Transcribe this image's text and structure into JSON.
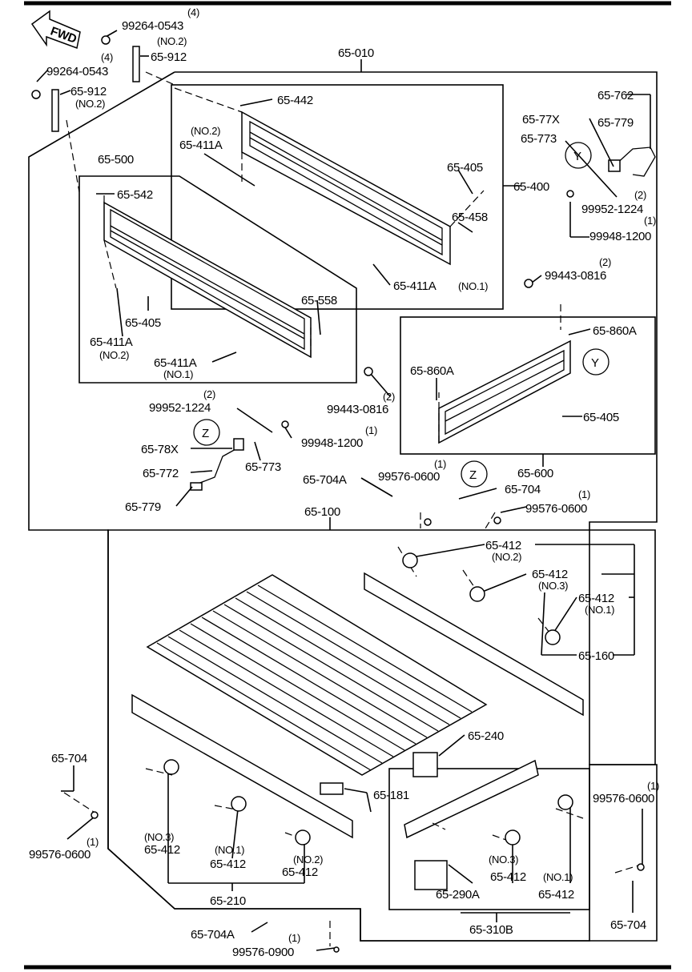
{
  "fwd_label": "FWD",
  "callouts": [
    {
      "id": "c1",
      "text": "(4)"
    },
    {
      "id": "c2",
      "text": "99264-0543"
    },
    {
      "id": "c3",
      "text": "(NO.2)"
    },
    {
      "id": "c4",
      "text": "(4)"
    },
    {
      "id": "c5",
      "text": "65-912"
    },
    {
      "id": "c6",
      "text": "99264-0543"
    },
    {
      "id": "c7",
      "text": "65-912"
    },
    {
      "id": "c8",
      "text": "(NO.2)"
    },
    {
      "id": "c9",
      "text": "65-010"
    },
    {
      "id": "c10",
      "text": "65-442"
    },
    {
      "id": "c11",
      "text": "(NO.2)"
    },
    {
      "id": "c12",
      "text": "65-411A"
    },
    {
      "id": "c13",
      "text": "65-500"
    },
    {
      "id": "c14",
      "text": "65-542"
    },
    {
      "id": "c15",
      "text": "65-405"
    },
    {
      "id": "c16",
      "text": "65-400"
    },
    {
      "id": "c17",
      "text": "65-458"
    },
    {
      "id": "c18",
      "text": "65-411A"
    },
    {
      "id": "c19",
      "text": "(NO.1)"
    },
    {
      "id": "c20",
      "text": "65-762"
    },
    {
      "id": "c21",
      "text": "65-77X"
    },
    {
      "id": "c22",
      "text": "65-779"
    },
    {
      "id": "c23",
      "text": "65-773"
    },
    {
      "id": "c24",
      "text": "Y"
    },
    {
      "id": "c25",
      "text": "(2)"
    },
    {
      "id": "c26",
      "text": "99952-1224"
    },
    {
      "id": "c27",
      "text": "(1)"
    },
    {
      "id": "c28",
      "text": "99948-1200"
    },
    {
      "id": "c29",
      "text": "(2)"
    },
    {
      "id": "c30",
      "text": "99443-0816"
    },
    {
      "id": "c31",
      "text": "65-558"
    },
    {
      "id": "c32",
      "text": "65-405"
    },
    {
      "id": "c33",
      "text": "65-411A"
    },
    {
      "id": "c34",
      "text": "(NO.2)"
    },
    {
      "id": "c35",
      "text": "65-411A"
    },
    {
      "id": "c36",
      "text": "(NO.1)"
    },
    {
      "id": "c37",
      "text": "65-860A"
    },
    {
      "id": "c38",
      "text": "Y"
    },
    {
      "id": "c39",
      "text": "65-860A"
    },
    {
      "id": "c40",
      "text": "(2)"
    },
    {
      "id": "c41",
      "text": "99952-1224"
    },
    {
      "id": "c42",
      "text": "99443-0816"
    },
    {
      "id": "c43",
      "text": "(2)"
    },
    {
      "id": "c44",
      "text": "(1)"
    },
    {
      "id": "c45",
      "text": "99948-1200"
    },
    {
      "id": "c46",
      "text": "Z"
    },
    {
      "id": "c47",
      "text": "65-78X"
    },
    {
      "id": "c48",
      "text": "65-773"
    },
    {
      "id": "c49",
      "text": "65-772"
    },
    {
      "id": "c50",
      "text": "65-779"
    },
    {
      "id": "c51",
      "text": "65-405"
    },
    {
      "id": "c52",
      "text": "65-600"
    },
    {
      "id": "c53",
      "text": "(1)"
    },
    {
      "id": "c54",
      "text": "65-704A"
    },
    {
      "id": "c55",
      "text": "99576-0600"
    },
    {
      "id": "c56",
      "text": "Z"
    },
    {
      "id": "c57",
      "text": "65-704"
    },
    {
      "id": "c58",
      "text": "(1)"
    },
    {
      "id": "c59",
      "text": "99576-0600"
    },
    {
      "id": "c60",
      "text": "65-100"
    },
    {
      "id": "c61",
      "text": "65-412"
    },
    {
      "id": "c62",
      "text": "(NO.2)"
    },
    {
      "id": "c63",
      "text": "65-412"
    },
    {
      "id": "c64",
      "text": "(NO.3)"
    },
    {
      "id": "c65",
      "text": "65-412"
    },
    {
      "id": "c66",
      "text": "(NO.1)"
    },
    {
      "id": "c67",
      "text": "65-160"
    },
    {
      "id": "c68",
      "text": "65-240"
    },
    {
      "id": "c69",
      "text": "65-704"
    },
    {
      "id": "c70",
      "text": "65-181"
    },
    {
      "id": "c71",
      "text": "(1)"
    },
    {
      "id": "c72",
      "text": "99576-0600"
    },
    {
      "id": "c73",
      "text": "(NO.3)"
    },
    {
      "id": "c74",
      "text": "65-412"
    },
    {
      "id": "c75",
      "text": "(NO.1)"
    },
    {
      "id": "c76",
      "text": "65-412"
    },
    {
      "id": "c77",
      "text": "(NO.2)"
    },
    {
      "id": "c78",
      "text": "65-412"
    },
    {
      "id": "c79",
      "text": "(1)"
    },
    {
      "id": "c80",
      "text": "99576-0600"
    },
    {
      "id": "c81",
      "text": "65-210"
    },
    {
      "id": "c82",
      "text": "(NO.3)"
    },
    {
      "id": "c83",
      "text": "65-412"
    },
    {
      "id": "c84",
      "text": "(NO.1)"
    },
    {
      "id": "c85",
      "text": "65-412"
    },
    {
      "id": "c86",
      "text": "65-290A"
    },
    {
      "id": "c87",
      "text": "65-310B"
    },
    {
      "id": "c88",
      "text": "65-704"
    },
    {
      "id": "c89",
      "text": "65-704A"
    },
    {
      "id": "c90",
      "text": "(1)"
    },
    {
      "id": "c91",
      "text": "99576-0900"
    }
  ]
}
